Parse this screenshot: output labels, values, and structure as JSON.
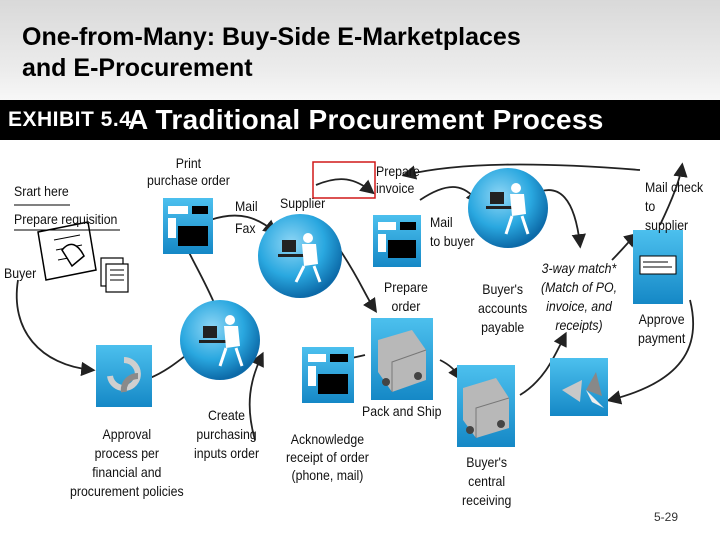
{
  "slide": {
    "title": "One-from-Many: Buy-Side E-Marketplaces\nand E-Procurement",
    "page_number": "5-29"
  },
  "exhibit": {
    "label": "EXHIBIT 5.4",
    "title": "A Traditional Procurement Process"
  },
  "steps": {
    "start_here": "Srart here",
    "prepare_requisition": "Prepare requisition",
    "buyer": "Buyer",
    "print_po": "Print\npurchase order",
    "mail_fax": "Mail\nFax",
    "supplier": "Supplier",
    "prepare_invoice": "Prepare\ninvoice",
    "mail_to_buyer": "Mail\nto buyer",
    "prepare_order": "Prepare\norder",
    "buyers_ap": "Buyer's\naccounts\npayable",
    "three_way_match": "3-way match*\n(Match of PO,\ninvoice, and\nreceipts)",
    "mail_check": "Mail check to\nsupplier",
    "approve_payment": "Approve\npayment",
    "create_inputs": "Create\npurchasing\ninputs order",
    "approval_process": "Approval\nprocess per\nfinancial and\nprocurement policies",
    "acknowledge_receipt": "Acknowledge\nreceipt of order\n(phone, mail)",
    "pack_ship": "Pack and Ship",
    "central_receiving": "Buyer's\ncentral\nreceiving"
  },
  "colors": {
    "sky": "#2aa8e0",
    "sky_dark": "#0c6aa8",
    "arrow": "#222222",
    "highlight": "#d01818"
  }
}
